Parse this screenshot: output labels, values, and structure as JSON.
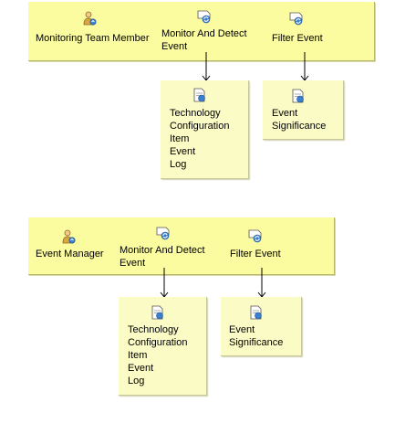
{
  "diagrams": [
    {
      "role": "Monitoring Team Member",
      "activity": "Monitor And Detect Event",
      "filter": "Filter Event",
      "left_items": [
        "Technology",
        "Configuration",
        "Item",
        "Event",
        "Log"
      ],
      "right_items": [
        "Event",
        "Significance"
      ]
    },
    {
      "role": "Event Manager",
      "activity": "Monitor And Detect Event",
      "filter": "Filter Event",
      "left_items": [
        "Technology",
        "Configuration",
        "Item",
        "Event",
        "Log"
      ],
      "right_items": [
        "Event",
        "Significance"
      ]
    }
  ],
  "icons": {
    "role": "person-role-icon",
    "activity": "task-cycle-icon",
    "artifact": "document-icon"
  }
}
